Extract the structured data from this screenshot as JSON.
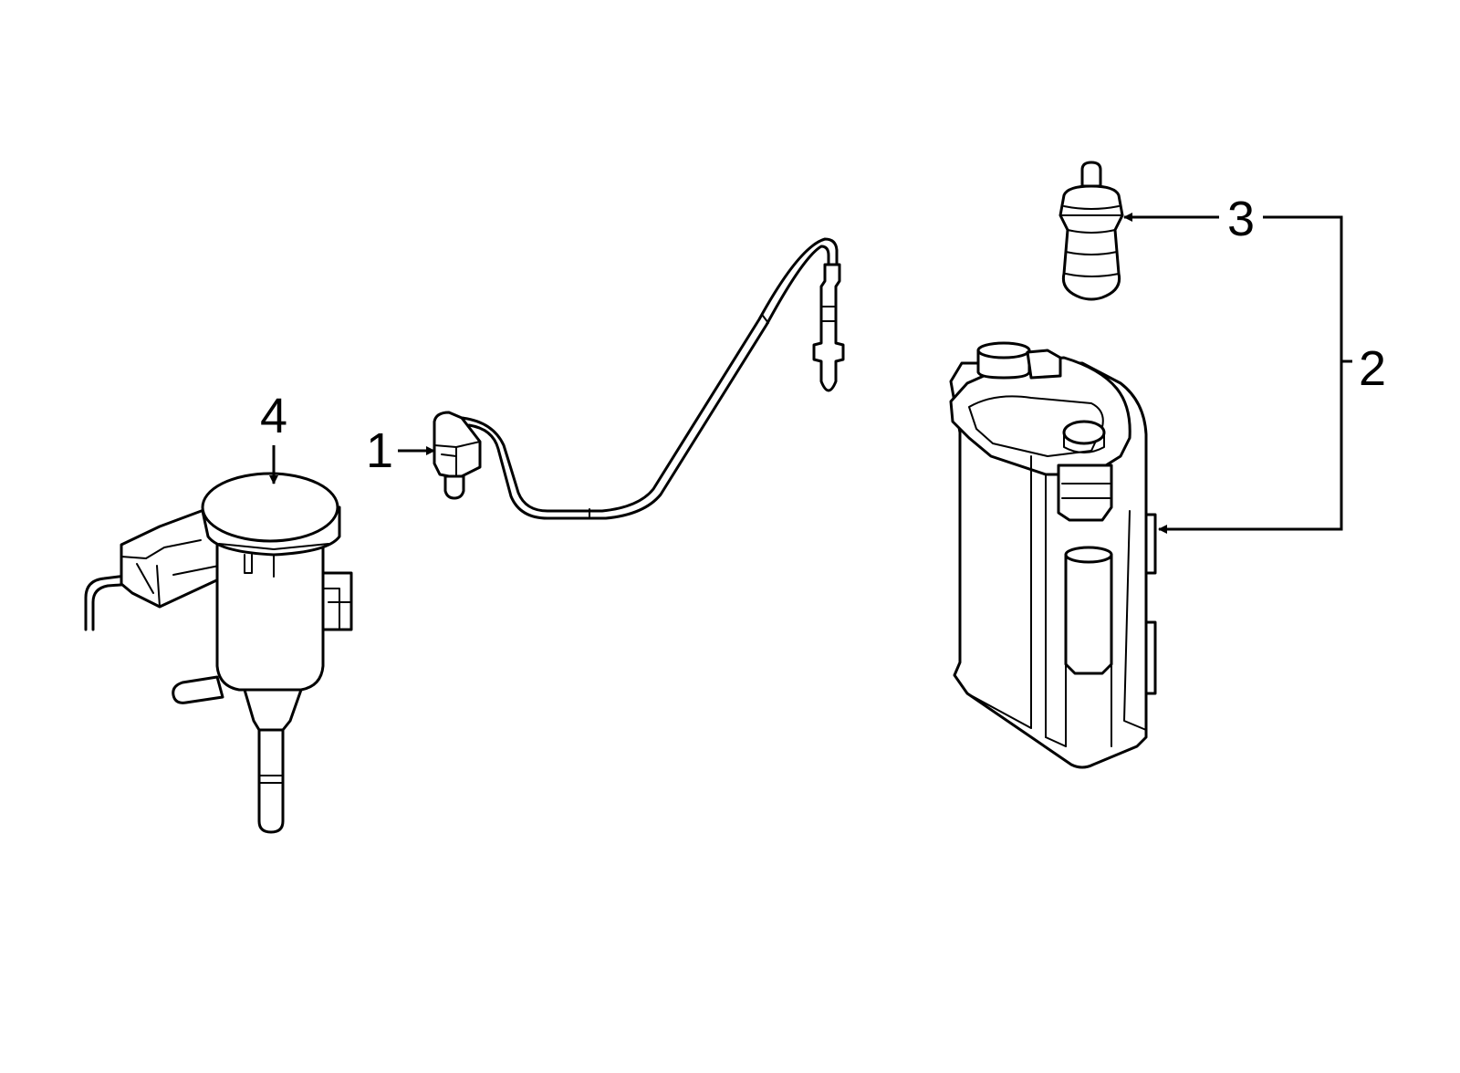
{
  "callouts": {
    "c1": "1",
    "c2": "2",
    "c3": "3",
    "c4": "4"
  },
  "colors": {
    "stroke": "#000000",
    "background": "#ffffff"
  }
}
